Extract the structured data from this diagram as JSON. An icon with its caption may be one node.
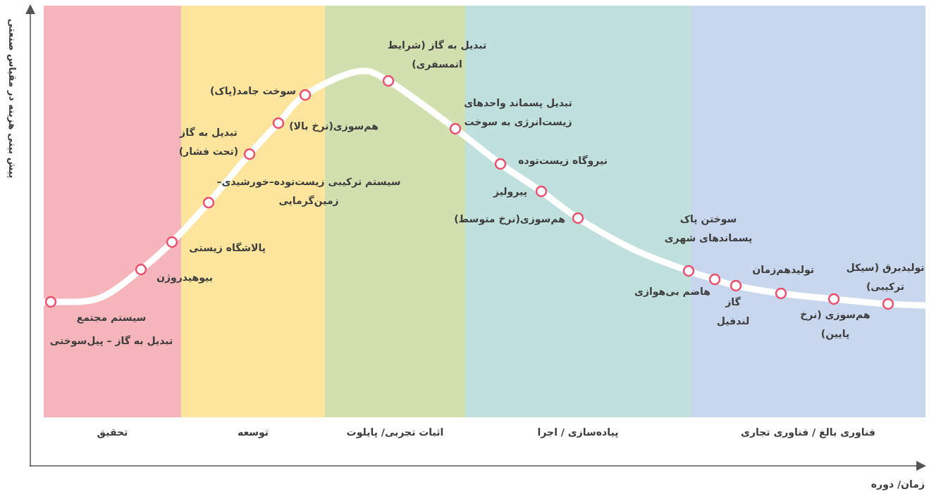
{
  "diagram": {
    "nodes": [
      {
        "text": [
          "تحقیق"
        ]
      },
      {
        "text": [
          "توسعه"
        ]
      },
      {
        "text": [
          "اثبات تجربی/ پایلوت"
        ]
      },
      {
        "text": [
          "پیاده‌سازی / اجرا"
        ]
      },
      {
        "text": [
          "فناوری بالغ / فناوری تجاری"
        ]
      }
    ],
    "labels": [
      "سیستم مجتمع",
      "تبدیل به گاز – پیل‌سوختی",
      "بیوهیدروژن",
      "پالاشگاه زیستی",
      "سیستم ترکیبی زیست‌توده–خورشیدی–زمین‌گرمایی",
      "تبدیل به گاز (تحت فشار)",
      "هم‌سوزی(نرخ بالا)",
      "سوخت جامد(پاک)",
      "تبدیل به گاز (شرایط اتمسفری)",
      "تبدیل پسماند واحدهای زیست‌انرژی به سوخت",
      "نیروگاه زیست‌توده",
      "پیرولیز",
      "هم‌سوزی(نرخ متوسط)",
      "سوختن پاک پسماندهای شهری",
      "هاضم بی‌هوازی",
      "گاز لندفیل",
      "تولیدهم‌زمان",
      "هم‌سوزی (نرخ پایین)",
      "تولیدبرق (سیکل ترکیبی)",
      "پیش بینی هزینه در مقیاس صنعتی",
      "زمان/ دوره"
    ]
  }
}
